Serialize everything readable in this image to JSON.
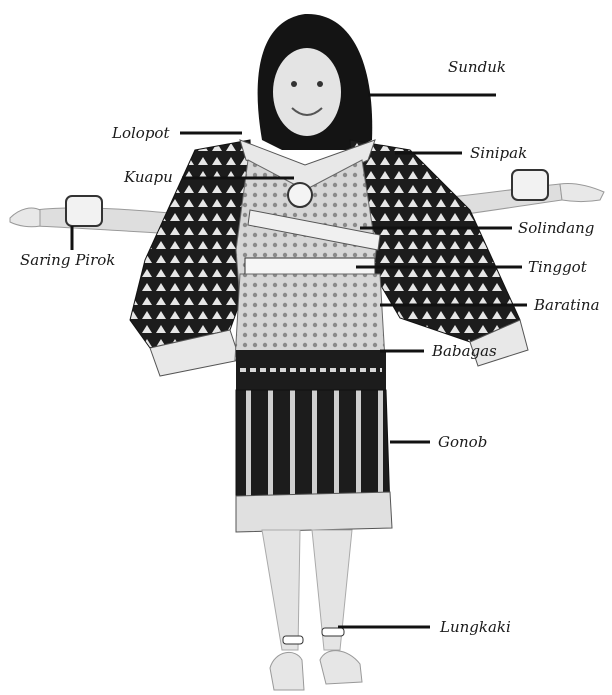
{
  "labels": {
    "sunduk": "Sunduk",
    "lolopot": "Lolopot",
    "sinipak": "Sinipak",
    "kuapu": "Kuapu",
    "solindang": "Solindang",
    "saring_pirok": "Saring Pirok",
    "tinggot": "Tinggot",
    "baratina": "Baratina",
    "babagas": "Babagas",
    "gonob": "Gonob",
    "lungkaki": "Lungkaki"
  },
  "colors": {
    "ink": "#111111",
    "hair": "#141414",
    "fabric_dark": "#1c1c1c",
    "fabric_light": "#e8e8e8",
    "skin": "#dedede"
  }
}
